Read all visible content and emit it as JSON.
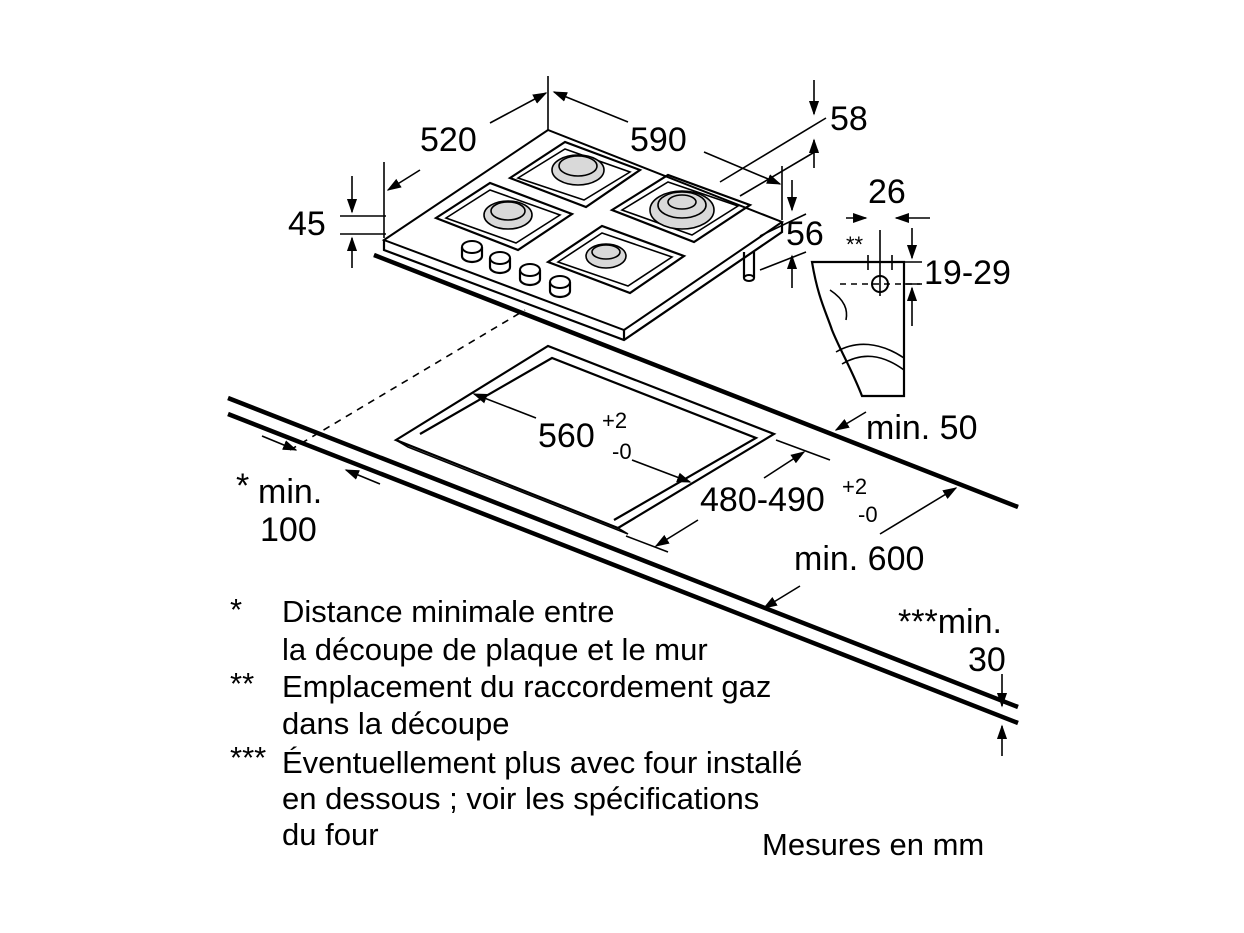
{
  "dimensions": {
    "d520": "520",
    "d590": "590",
    "d58": "58",
    "d45": "45",
    "d56": "56",
    "d26": "26",
    "d_star2": "**",
    "d19_29": "19-29",
    "d560": "560",
    "d560_tol_plus": "+2",
    "d560_tol_minus": "-0",
    "d480_490": "480-490",
    "d480_tol_plus": "+2",
    "d480_tol_minus": "-0",
    "min50": "min. 50",
    "min100_star": "*",
    "min100_a": "min.",
    "min100_b": "100",
    "min600": "min. 600",
    "min30_a": "***min.",
    "min30_b": "30"
  },
  "notes": [
    {
      "marker": "*",
      "line1": "Distance minimale entre",
      "line2": "la découpe de plaque et le mur"
    },
    {
      "marker": "**",
      "line1": "Emplacement du raccordement gaz",
      "line2": "dans la découpe"
    },
    {
      "marker": "***",
      "line1": "Éventuellement plus avec four installé",
      "line2": "en dessous ; voir les spécifications",
      "line3": "du four"
    }
  ],
  "units_note": "Mesures en mm",
  "colors": {
    "line": "#000000",
    "background": "#ffffff",
    "burner": "#d9d9d9"
  }
}
